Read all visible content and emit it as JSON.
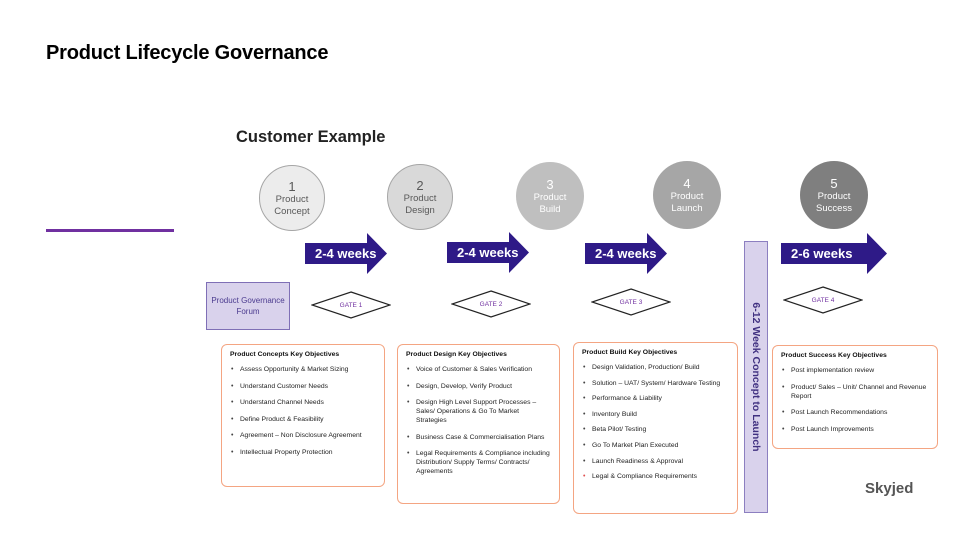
{
  "title": "Product Lifecycle Governance",
  "subtitle": "Customer Example",
  "stages": [
    {
      "num": "1",
      "line1": "Product",
      "line2": "Concept"
    },
    {
      "num": "2",
      "line1": "Product",
      "line2": "Design"
    },
    {
      "num": "3",
      "line1": "Product",
      "line2": "Build"
    },
    {
      "num": "4",
      "line1": "Product",
      "line2": "Launch"
    },
    {
      "num": "5",
      "line1": "Product",
      "line2": "Success"
    }
  ],
  "arrows": [
    "2-4 weeks",
    "2-4 weeks",
    "2-4 weeks",
    "2-6 weeks"
  ],
  "gates": [
    "GATE 1",
    "GATE 2",
    "GATE 3",
    "GATE 4"
  ],
  "governance_forum": "Product Governance Forum",
  "timeline_label": "6-12 Week Concept to Launch",
  "objectives": [
    {
      "heading": "Product Concepts Key Objectives",
      "items": [
        "Assess Opportunity & Market Sizing",
        "Understand Customer Needs",
        "Understand Channel Needs",
        "Define Product & Feasibility",
        "Agreement – Non Disclosure Agreement",
        "Intellectual Property Protection"
      ]
    },
    {
      "heading": "Product Design Key Objectives",
      "items": [
        "Voice of Customer & Sales Verification",
        "Design, Develop, Verify Product",
        "Design High Level Support Processes – Sales/ Operations & Go To Market Strategies",
        "Business Case & Commercialisation Plans",
        "Legal Requirements & Compliance including Distribution/ Supply Terms/ Contracts/ Agreements"
      ]
    },
    {
      "heading": "Product Build Key Objectives",
      "items": [
        "Design Validation, Production/ Build",
        "Solution – UAT/ System/ Hardware Testing",
        "Performance & Liability",
        "Inventory Build",
        "Beta Pilot/ Testing",
        "Go To Market Plan Executed",
        "Launch Readiness & Approval",
        "Legal & Compliance Requirements"
      ]
    },
    {
      "heading": "Product Success Key Objectives",
      "items": [
        "Post implementation review",
        "Product/ Sales – Unit/ Channel and Revenue Report",
        "Post Launch Recommendations",
        "Post Launch Improvements"
      ]
    }
  ],
  "logo": "Skyjed",
  "colors": {
    "arrow": "#2e1a87",
    "accent": "#7030a0",
    "objective_border": "#f4a582",
    "forum_fill": "#d9d2ec"
  }
}
